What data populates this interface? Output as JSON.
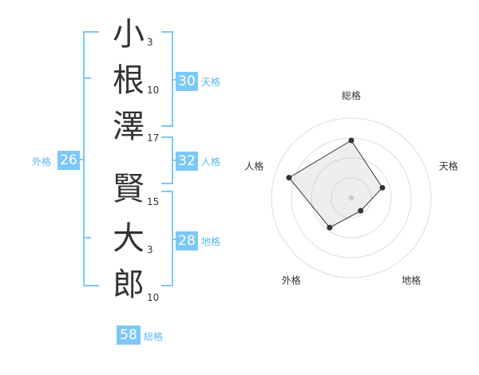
{
  "name_chars": [
    {
      "char": "小",
      "strokes": "3"
    },
    {
      "char": "根",
      "strokes": "10"
    },
    {
      "char": "澤",
      "strokes": "17"
    },
    {
      "char": "賢",
      "strokes": "15"
    },
    {
      "char": "大",
      "strokes": "3"
    },
    {
      "char": "郎",
      "strokes": "10"
    }
  ],
  "fortunes": {
    "tenkaku": {
      "value": "30",
      "label": "天格"
    },
    "jinkaku": {
      "value": "32",
      "label": "人格"
    },
    "chikaku": {
      "value": "28",
      "label": "地格"
    },
    "gaikaku": {
      "value": "26",
      "label": "外格"
    },
    "soukaku": {
      "value": "58",
      "label": "総格"
    }
  },
  "colors": {
    "accent": "#7cc8f7",
    "label": "#5fb6ec",
    "text": "#333333"
  },
  "chart_data": {
    "type": "radar",
    "axes": [
      "総格",
      "天格",
      "地格",
      "外格",
      "人格"
    ],
    "values": [
      0.72,
      0.41,
      0.2,
      0.46,
      0.82
    ],
    "max": 1,
    "rings": 4
  }
}
